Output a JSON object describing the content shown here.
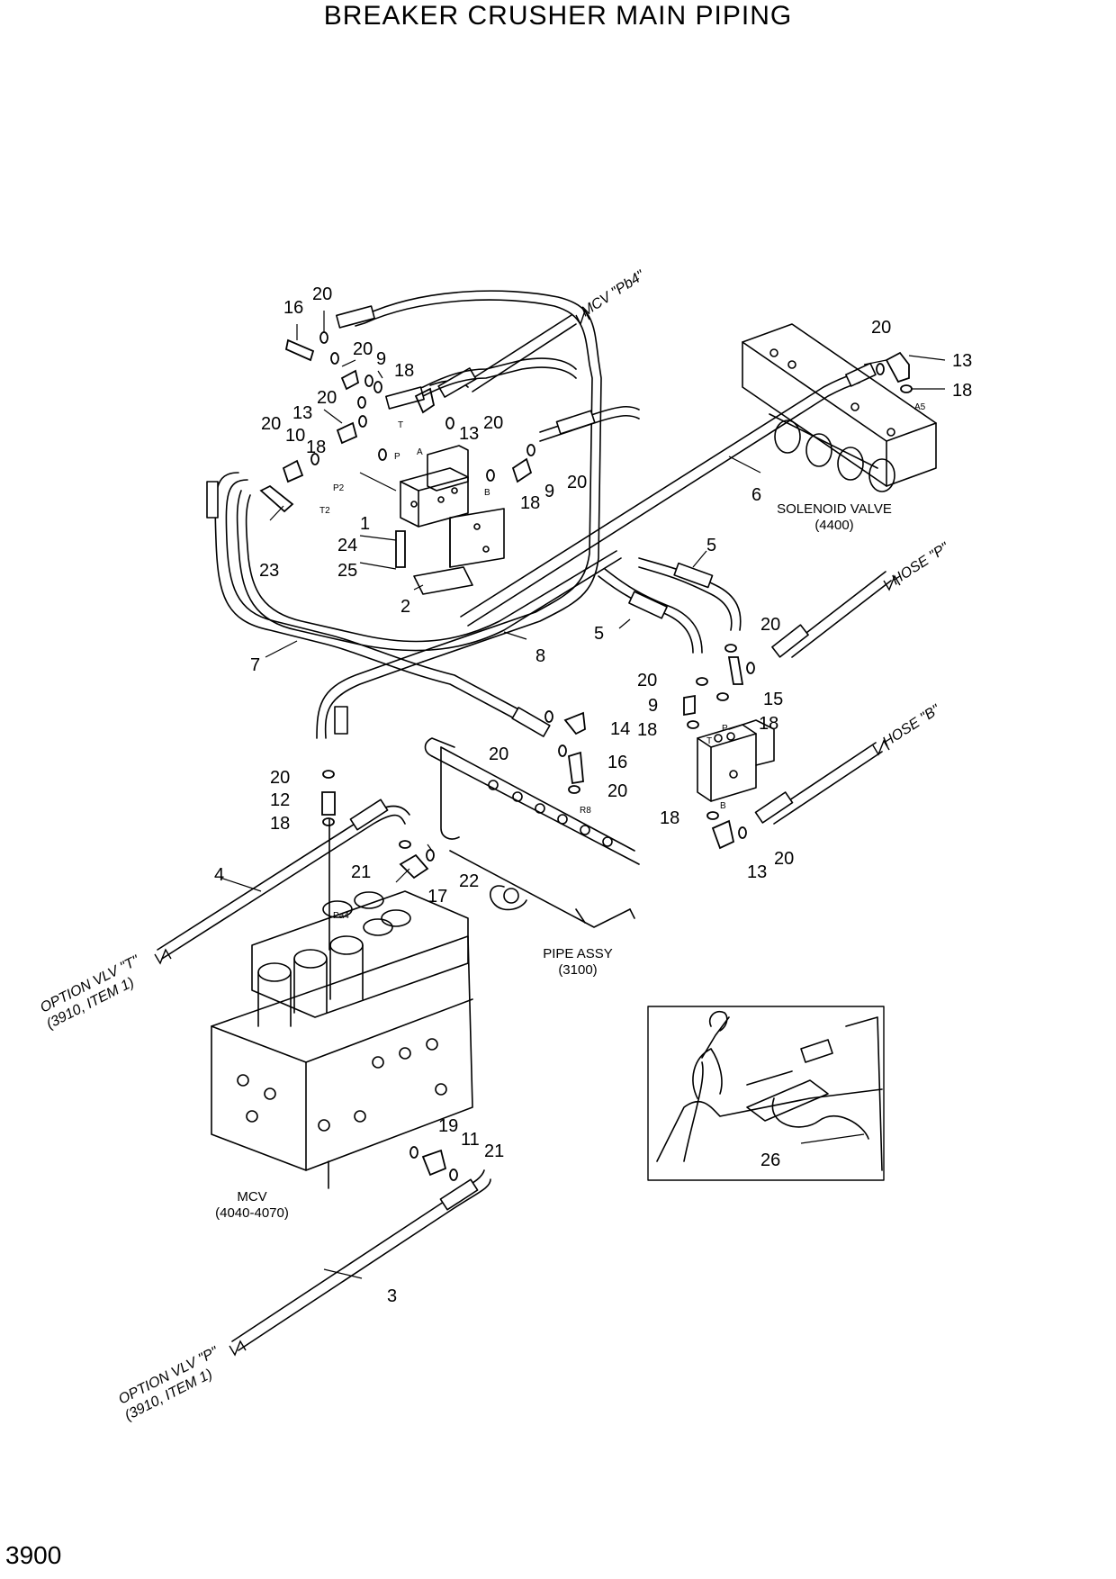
{
  "title": "BREAKER CRUSHER MAIN PIPING",
  "page_number": "3900",
  "connection_labels": {
    "mcv_pb4": "MCV \"Pb4\"",
    "hose_p": "HOSE \"P\"",
    "hose_b": "HOSE \"B\"",
    "option_t_line1": "OPTION VLV \"T\"",
    "option_t_line2": "(3910, ITEM 1)",
    "option_p_line1": "OPTION VLV \"P\"",
    "option_p_line2": "(3910, ITEM 1)"
  },
  "component_labels": {
    "solenoid_line1": "SOLENOID VALVE",
    "solenoid_line2": "(4400)",
    "pipe_line1": "PIPE ASSY",
    "pipe_line2": "(3100)",
    "mcv_line1": "MCV",
    "mcv_line2": "(4040-4070)"
  },
  "port_labels": {
    "t": "T",
    "a": "A",
    "p": "P",
    "p2": "P2",
    "t2": "T2",
    "b": "B",
    "a5": "A5",
    "r8": "R8",
    "pa4": "Pa4",
    "p_valve": "P",
    "t_valve": "T",
    "b_valve": "B"
  },
  "part_numbers": {
    "n16a": "16",
    "n20a": "20",
    "n20b": "20",
    "n9a": "9",
    "n18a": "18",
    "n20c": "20",
    "n13a": "13",
    "n20d": "20",
    "n20e": "20",
    "n13b": "13",
    "n10": "10",
    "n18b": "18",
    "n20f": "20",
    "n9b": "9",
    "n18c": "18",
    "n1": "1",
    "n24": "24",
    "n25": "25",
    "n2": "2",
    "n23": "23",
    "n7": "7",
    "n8": "8",
    "n20g": "20",
    "n13c": "13",
    "n18d": "18",
    "n6": "6",
    "n5a": "5",
    "n5b": "5",
    "n20h": "20",
    "n15": "15",
    "n18e": "18",
    "n20i": "20",
    "n9c": "9",
    "n18f": "18",
    "n14": "14",
    "n20j": "20",
    "n16b": "16",
    "n20k": "20",
    "n20l": "20",
    "n12": "12",
    "n18g": "18",
    "n18h": "18",
    "n20m": "20",
    "n13d": "13",
    "n21a": "21",
    "n22": "22",
    "n17": "17",
    "n4": "4",
    "n19": "19",
    "n11": "11",
    "n21b": "21",
    "n3": "3",
    "n26": "26"
  }
}
